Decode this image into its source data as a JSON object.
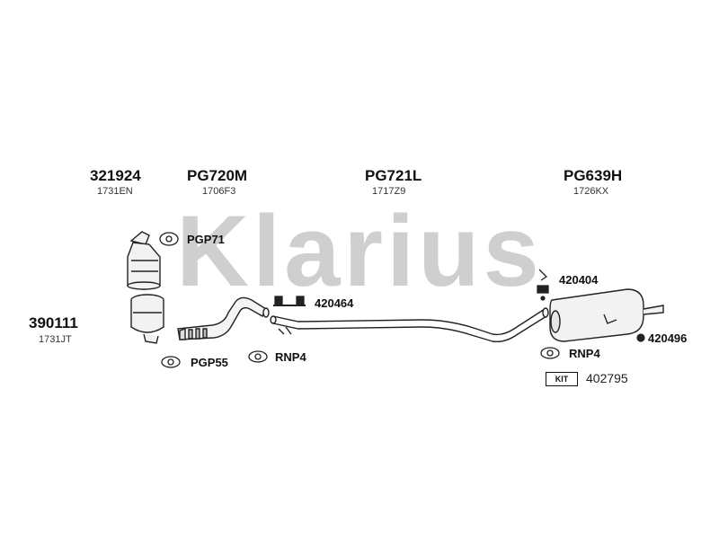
{
  "watermark": {
    "text": "Klarius",
    "color": "#c8c8c8"
  },
  "groups": [
    {
      "code": "321924",
      "sub": "1731EN"
    },
    {
      "code": "PG720M",
      "sub": "1706F3"
    },
    {
      "code": "PG721L",
      "sub": "1717Z9"
    },
    {
      "code": "PG639H",
      "sub": "1726KX"
    },
    {
      "code": "390111",
      "sub": "1731JT"
    }
  ],
  "parts": [
    {
      "code": "PGP71"
    },
    {
      "code": "PGP55"
    },
    {
      "code": "RNP4"
    },
    {
      "code": "420464"
    },
    {
      "code": "420404"
    },
    {
      "code": "RNP4"
    },
    {
      "code": "420496"
    }
  ],
  "kit": {
    "badge": "KIT",
    "code": "402795"
  }
}
